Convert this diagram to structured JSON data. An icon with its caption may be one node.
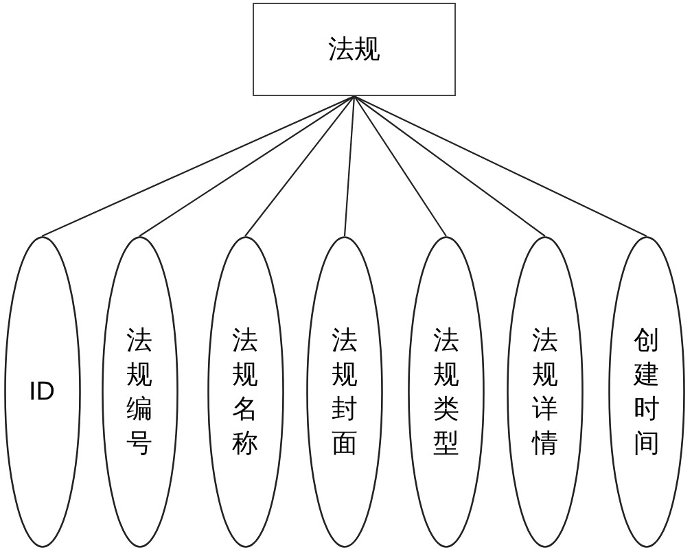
{
  "diagram": {
    "nodes": [
      {
        "text": [
          "法规"
        ]
      },
      {
        "text": [
          "ID"
        ]
      },
      {
        "text": [
          "法规编号"
        ]
      },
      {
        "text": [
          "法规名称"
        ]
      },
      {
        "text": [
          "法规封面"
        ]
      },
      {
        "text": [
          "法规类型"
        ]
      },
      {
        "text": [
          "法规详情"
        ]
      },
      {
        "text": [
          "创建时间"
        ]
      }
    ],
    "edges": [
      {
        "from": 0,
        "to": 1,
        "arrow": "none"
      },
      {
        "from": 0,
        "to": 2,
        "arrow": "none"
      },
      {
        "from": 0,
        "to": 3,
        "arrow": "none"
      },
      {
        "from": 0,
        "to": 4,
        "arrow": "none"
      },
      {
        "from": 0,
        "to": 5,
        "arrow": "none"
      },
      {
        "from": 0,
        "to": 6,
        "arrow": "none"
      },
      {
        "from": 0,
        "to": 7,
        "arrow": "none"
      }
    ]
  }
}
